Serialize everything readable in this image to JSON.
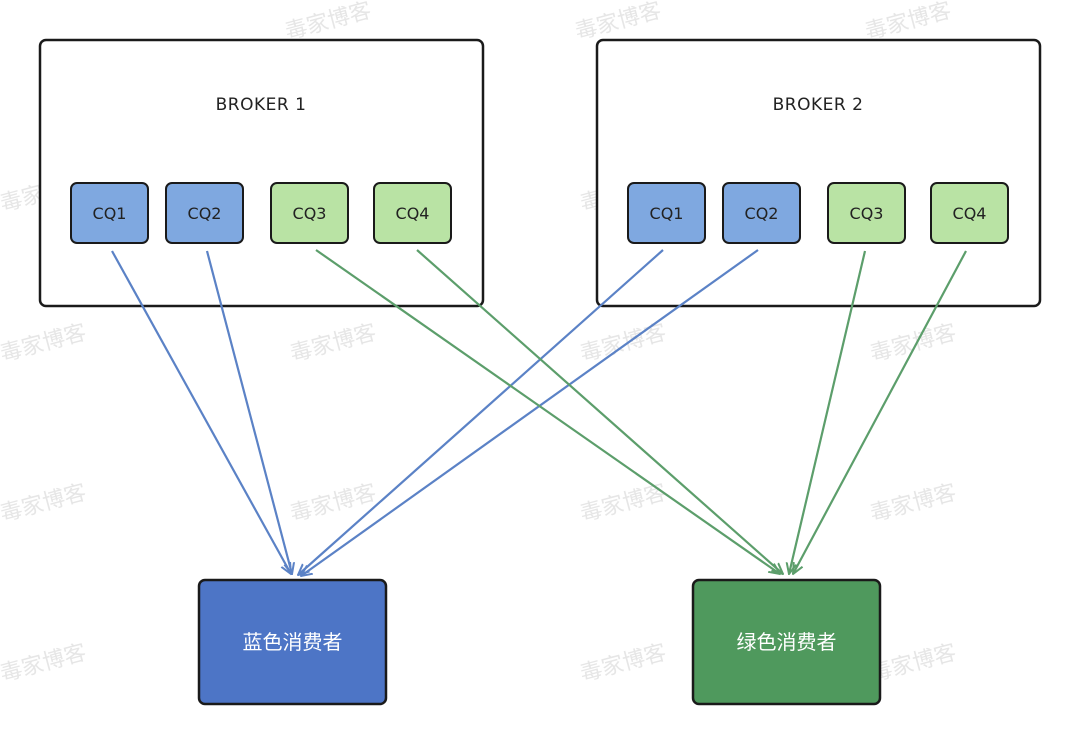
{
  "watermark": "毒家博客",
  "colors": {
    "blue_queue": "#7fa8e0",
    "green_queue": "#b9e3a4",
    "blue_consumer": "#4d75c6",
    "green_consumer": "#4f995d",
    "blue_arrow": "#5b82c6",
    "green_arrow": "#5c9e6b"
  },
  "brokers": [
    {
      "title": "BROKER 1",
      "queues": [
        {
          "label": "CQ1",
          "group": "blue"
        },
        {
          "label": "CQ2",
          "group": "blue"
        },
        {
          "label": "CQ3",
          "group": "green"
        },
        {
          "label": "CQ4",
          "group": "green"
        }
      ]
    },
    {
      "title": "BROKER 2",
      "queues": [
        {
          "label": "CQ1",
          "group": "blue"
        },
        {
          "label": "CQ2",
          "group": "blue"
        },
        {
          "label": "CQ3",
          "group": "green"
        },
        {
          "label": "CQ4",
          "group": "green"
        }
      ]
    }
  ],
  "consumers": [
    {
      "label": "蓝色消费者",
      "group": "blue"
    },
    {
      "label": "绿色消费者",
      "group": "green"
    }
  ]
}
